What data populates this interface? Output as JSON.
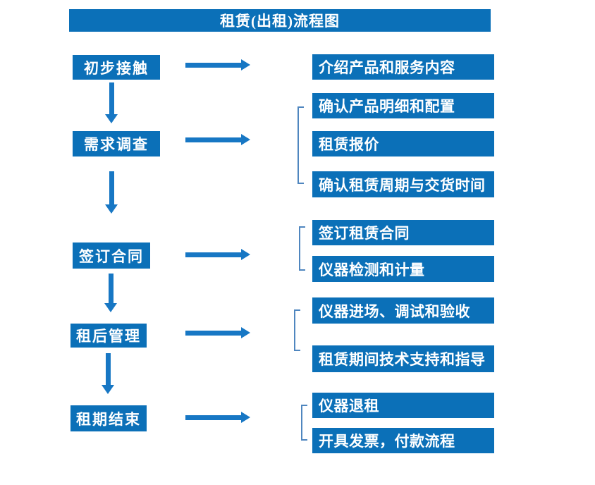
{
  "title": "租赁(出租)流程图",
  "colors": {
    "box_blue": "#0b70b8",
    "arrow_blue": "#1777c4",
    "bracket_blue": "#4f86bf",
    "text_white": "#ffffff",
    "background": "#ffffff"
  },
  "flow": {
    "steps": [
      {
        "label": "初步接触",
        "details": [
          "介绍产品和服务内容"
        ]
      },
      {
        "label": "需求调查",
        "details": [
          "确认产品明细和配置",
          "租赁报价",
          "确认租赁周期与交货时间"
        ]
      },
      {
        "label": "签订合同",
        "details": [
          "签订租赁合同",
          "仪器检测和计量"
        ]
      },
      {
        "label": "租后管理",
        "details": [
          "仪器进场、调试和验收",
          "租赁期间技术支持和指导"
        ]
      },
      {
        "label": "租期结束",
        "details": [
          "仪器退租",
          "开具发票，付款流程"
        ]
      }
    ]
  }
}
